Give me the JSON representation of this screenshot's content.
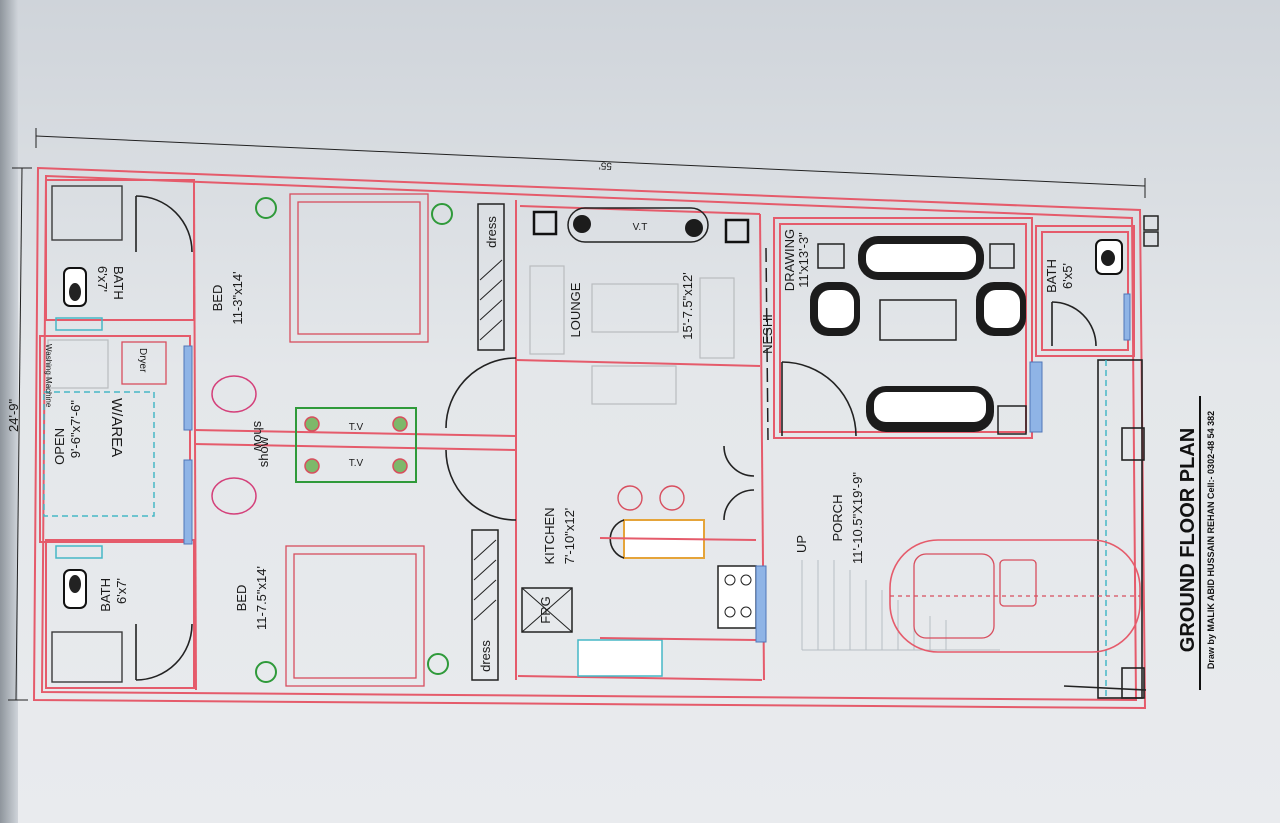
{
  "plan": {
    "dimensions": {
      "length": "55'",
      "width": "24'-9\""
    },
    "rooms": {
      "bath_top": {
        "name": "BATH",
        "size": "6'x7'"
      },
      "bed_top": {
        "name": "BED",
        "size": "11-3\"x14'"
      },
      "washing_area": {
        "machine": "Washing Machine",
        "dryer": "Dryer",
        "name": "W/AREA",
        "open_label": "OPEN",
        "size": "9'-6\"x7'-6\""
      },
      "bath_bottom": {
        "name": "BATH",
        "size": "6'x7'"
      },
      "bed_bottom": {
        "name": "BED",
        "size": "11-7.5\"x14'"
      },
      "lounge": {
        "name": "LOUNGE",
        "size": "15'-7.5\"x12'",
        "tv_unit": "V.T"
      },
      "kitchen": {
        "name": "KITCHEN",
        "size": "7'-10\"x12'",
        "fridge": "FRG"
      },
      "drawing": {
        "name": "DRAWING",
        "size": "11'x13'-3\""
      },
      "bath_drawing": {
        "name": "BATH",
        "size": "6'x5'"
      },
      "porch": {
        "name": "PORCH",
        "size": "11'-10.5\"X19'-9\"",
        "stairs": "UP"
      }
    },
    "labels": {
      "dress": "dress",
      "show": "show",
      "tv": "T.V",
      "neshi": "NESHI"
    },
    "title": "GROUND FLOOR PLAN",
    "credit": "Draw by MALIK ABID HUSSAIN REHAN Cell:- 0302-48 54 382"
  }
}
